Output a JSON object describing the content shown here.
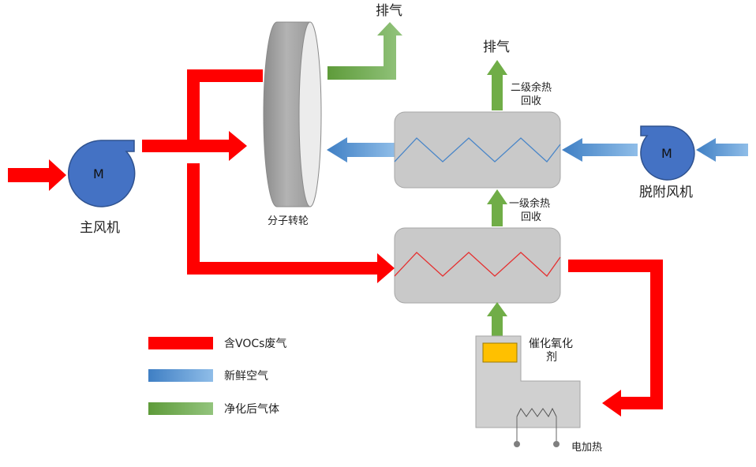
{
  "labels": {
    "exhaust_top": "排气",
    "exhaust_right": "排气",
    "second_heat_line1": "二级余热",
    "second_heat_line2": "回收",
    "first_heat_line1": "一级余热",
    "first_heat_line2": "回收",
    "main_fan": "主风机",
    "desorb_fan": "脱附风机",
    "rotor": "分子转轮",
    "catalyst_line1": "催化氧化",
    "catalyst_line2": "剂",
    "electric_heat": "电加热",
    "fan_symbol_main": "M",
    "fan_symbol_desorb": "M"
  },
  "legend": [
    {
      "label": "含VOCs废气",
      "color": "#ff0000"
    },
    {
      "label": "新鲜空气",
      "color": "#5b9bd5"
    },
    {
      "label": "净化后气体",
      "color": "#70ad47"
    }
  ],
  "colors": {
    "voc": "#ff0000",
    "fresh": "#5b9bd5",
    "clean": "#70ad47",
    "fan": "#4472c4",
    "exchanger": "#c9c9c9",
    "rotor": "#a5a5a5",
    "catalyst": "#ffc000",
    "reactor": "#d0d0d0"
  }
}
